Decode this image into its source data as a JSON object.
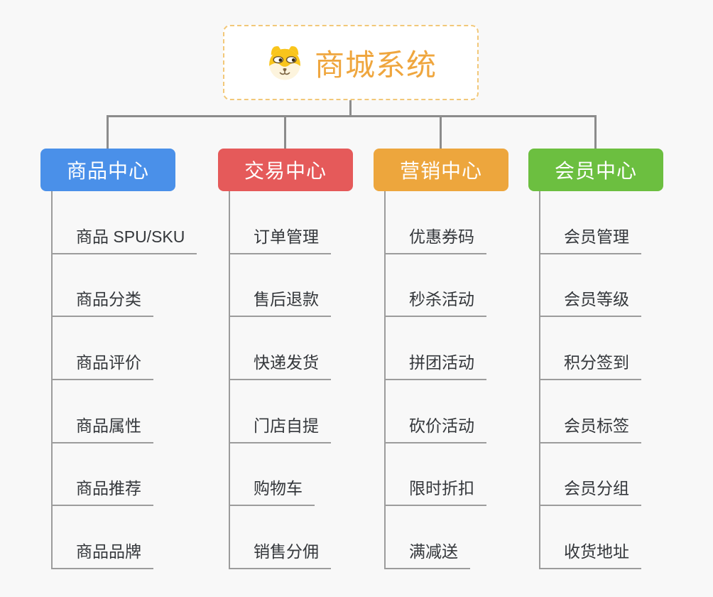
{
  "page": {
    "background": "#f8f8f8",
    "connector_color": "#8c8c8c",
    "leaf_line_color": "#9c9c9c"
  },
  "root": {
    "title": "商城系统",
    "icon": "dog-face-icon",
    "text_color": "#efa63e",
    "border_color": "#f2c879",
    "background": "#ffffff"
  },
  "branches": [
    {
      "label": "商品中心",
      "color": "#4a90e9",
      "items": [
        "商品 SPU/SKU",
        "商品分类",
        "商品评价",
        "商品属性",
        "商品推荐",
        "商品品牌"
      ]
    },
    {
      "label": "交易中心",
      "color": "#e55a5a",
      "items": [
        "订单管理",
        "售后退款",
        "快递发货",
        "门店自提",
        "购物车",
        "销售分佣"
      ]
    },
    {
      "label": "营销中心",
      "color": "#eda63d",
      "items": [
        "优惠券码",
        "秒杀活动",
        "拼团活动",
        "砍价活动",
        "限时折扣",
        "满减送"
      ]
    },
    {
      "label": "会员中心",
      "color": "#6cbf40",
      "items": [
        "会员管理",
        "会员等级",
        "积分签到",
        "会员标签",
        "会员分组",
        "收货地址"
      ]
    }
  ]
}
